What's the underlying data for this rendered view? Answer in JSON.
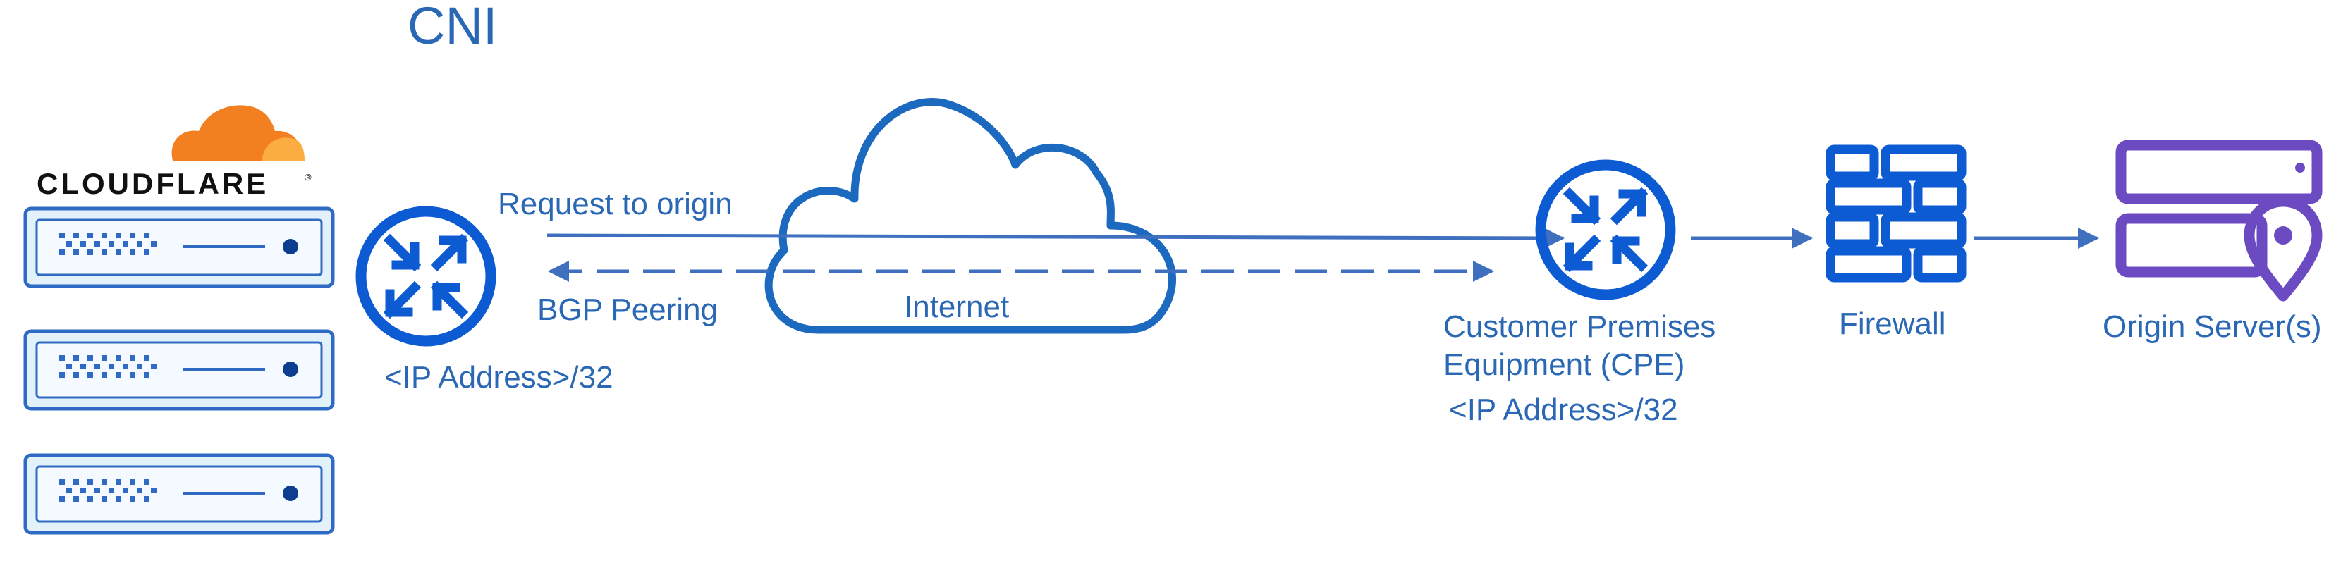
{
  "title": "CNI",
  "brand": {
    "logo_text": "CLOUDFLARE",
    "trademark": "®"
  },
  "links": {
    "request": "Request to origin",
    "peering": "BGP Peering",
    "internet": "Internet"
  },
  "router_cf": {
    "ip": "<IP Address>/32"
  },
  "cpe": {
    "label_line1": "Customer Premises",
    "label_line2": "Equipment (CPE)",
    "ip": "<IP Address>/32"
  },
  "firewall": {
    "label": "Firewall"
  },
  "origin": {
    "label": "Origin Server(s)"
  },
  "colors": {
    "text_blue": "#2a68b6",
    "arrow_blue": "#3f6fbf",
    "icon_blue": "#0c5bd3",
    "cloud_blue": "#1b6ac0",
    "server_fill": "#e3f1fb",
    "server_stroke": "#2f6bc4",
    "cf_orange": "#f38020",
    "cf_light_orange": "#fbad41",
    "origin_purple": "#6c4bc2"
  }
}
